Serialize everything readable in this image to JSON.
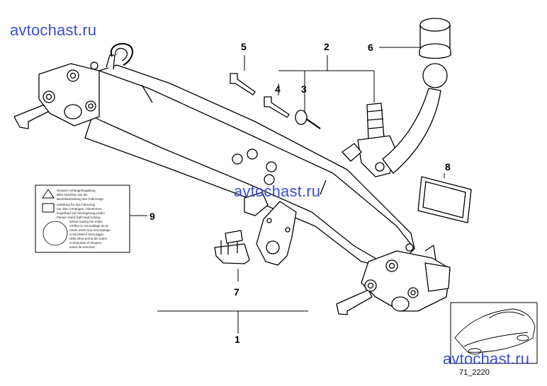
{
  "watermarks": [
    "avtochast.ru",
    "avtochast.ru",
    "avtochast.ru"
  ],
  "callouts": {
    "n1": "1",
    "n2": "2",
    "n3": "3",
    "n4": "4",
    "n5": "5",
    "n6": "6",
    "n7": "7",
    "n8": "8",
    "n9": "9"
  },
  "diagram_code": "71_2220",
  "warning_label": {
    "lines": [
      "Hinweis Anhängerkupplung",
      "Bitte beachten Sie die",
      "Betriebsanleitung des Fahrzeugs",
      "Anleitung für das Fahrzeug",
      "Vor dem Anhängen / Abnehmen",
      "Kugelkopf auf Verriegelung prüfen",
      "Please check ball head locking",
      "before towing the trailer",
      "Vérifier le verrouillage de la",
      "rotule avant tout remorquage",
      "Controllare il bloccaggio",
      "della sfera prima del traino",
      "Compruebe el bloqueo",
      "antes de remolcar"
    ]
  },
  "colors": {
    "watermark": "#3a4fd0",
    "lines": "#000000",
    "fill": "#ffffff",
    "shade": "#d6d6d6"
  }
}
